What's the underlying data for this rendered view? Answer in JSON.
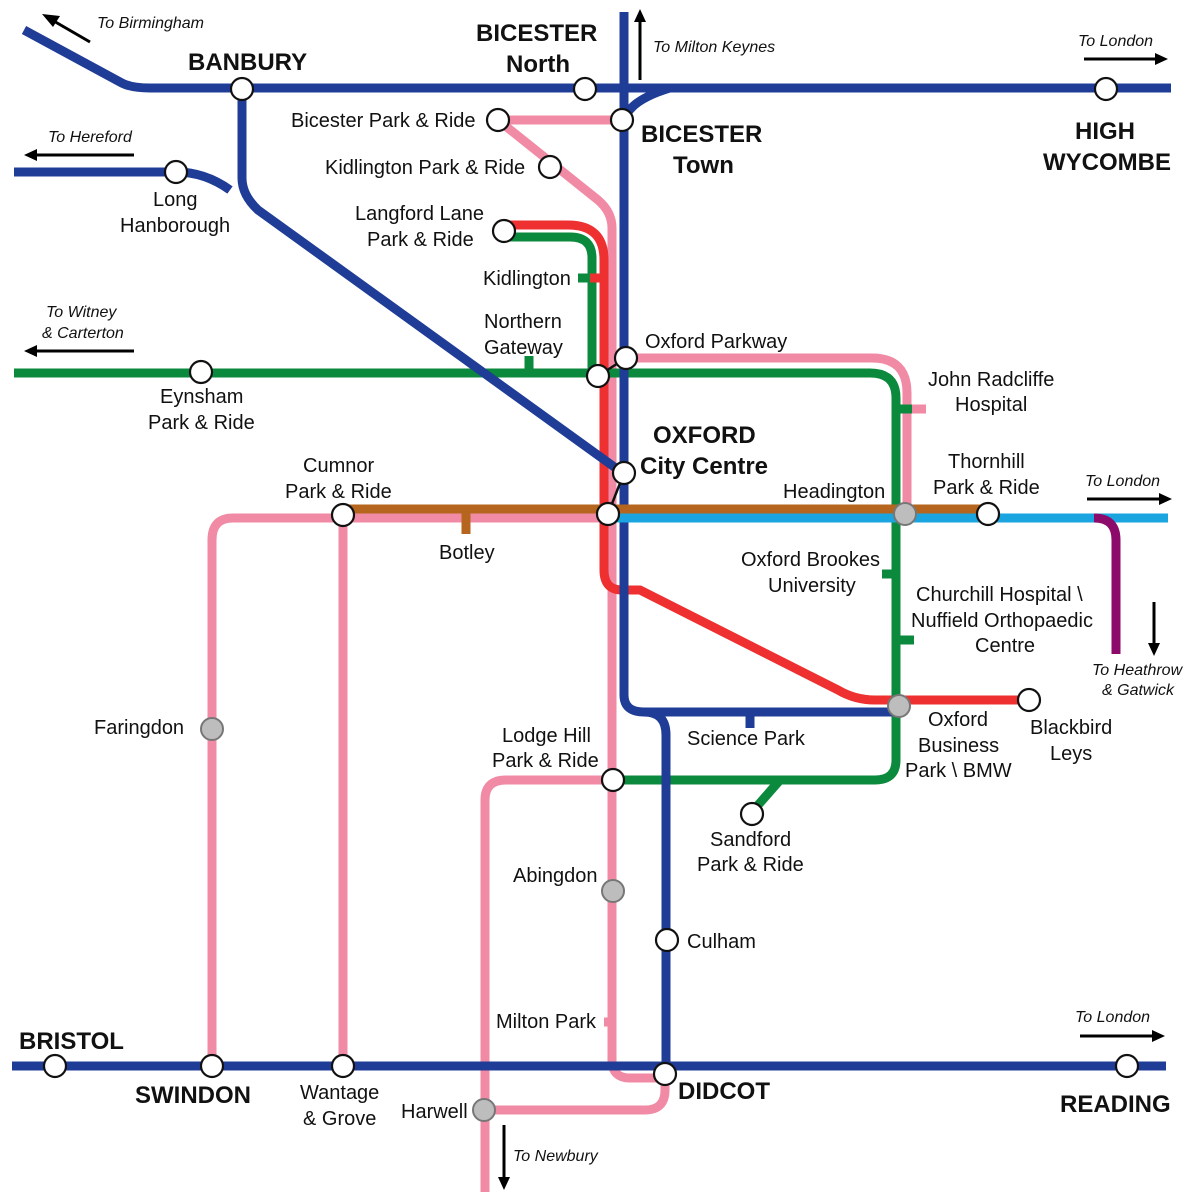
{
  "colors": {
    "navy": "#1f3c96",
    "pink": "#f18aa5",
    "red": "#ee3030",
    "green": "#0b8a3d",
    "brown": "#b5651d",
    "light_blue": "#1aa5e0",
    "purple": "#8c0a6a"
  },
  "stations": {
    "banbury": "BANBURY",
    "bicester_north_1": "BICESTER",
    "bicester_north_2": "North",
    "bicester_town_1": "BICESTER",
    "bicester_town_2": "Town",
    "high_wycombe_1": "HIGH",
    "high_wycombe_2": "WYCOMBE",
    "bicester_pr": "Bicester Park & Ride",
    "kidlington_pr": "Kidlington Park & Ride",
    "long_hanborough_1": "Long",
    "long_hanborough_2": "Hanborough",
    "langford_1": "Langford Lane",
    "langford_2": "Park & Ride",
    "kidlington": "Kidlington",
    "northern_gateway_1": "Northern",
    "northern_gateway_2": "Gateway",
    "oxford_parkway": "Oxford Parkway",
    "eynsham_1": "Eynsham",
    "eynsham_2": "Park & Ride",
    "jr_1": "John Radcliffe",
    "jr_2": "Hospital",
    "oxford_1": "OXFORD",
    "oxford_2": "City Centre",
    "cumnor_1": "Cumnor",
    "cumnor_2": "Park & Ride",
    "headington": "Headington",
    "thornhill_1": "Thornhill",
    "thornhill_2": "Park & Ride",
    "botley": "Botley",
    "brookes_1": "Oxford Brookes",
    "brookes_2": "University",
    "churchill_1": "Churchill Hospital \\",
    "churchill_2": "Nuffield Orthopaedic",
    "churchill_3": "Centre",
    "faringdon": "Faringdon",
    "lodge_hill_1": "Lodge Hill",
    "lodge_hill_2": "Park & Ride",
    "science_park": "Science Park",
    "obp_1": "Oxford",
    "obp_2": "Business",
    "obp_3": "Park \\ BMW",
    "blackbird_1": "Blackbird",
    "blackbird_2": "Leys",
    "sandford_1": "Sandford",
    "sandford_2": "Park & Ride",
    "abingdon": "Abingdon",
    "culham": "Culham",
    "milton_park": "Milton Park",
    "bristol": "BRISTOL",
    "swindon": "SWINDON",
    "wantage_1": "Wantage",
    "wantage_2": "& Grove",
    "harwell": "Harwell",
    "didcot": "DIDCOT",
    "reading": "READING"
  },
  "directions": {
    "to_birmingham": "To Birmingham",
    "to_milton_keynes": "To Milton Keynes",
    "to_london_top": "To London",
    "to_hereford": "To Hereford",
    "to_witney_1": "To Witney",
    "to_witney_2": "& Carterton",
    "to_london_mid": "To London",
    "to_heathrow_1": "To Heathrow",
    "to_heathrow_2": "& Gatwick",
    "to_london_bottom": "To London",
    "to_newbury": "To Newbury"
  }
}
